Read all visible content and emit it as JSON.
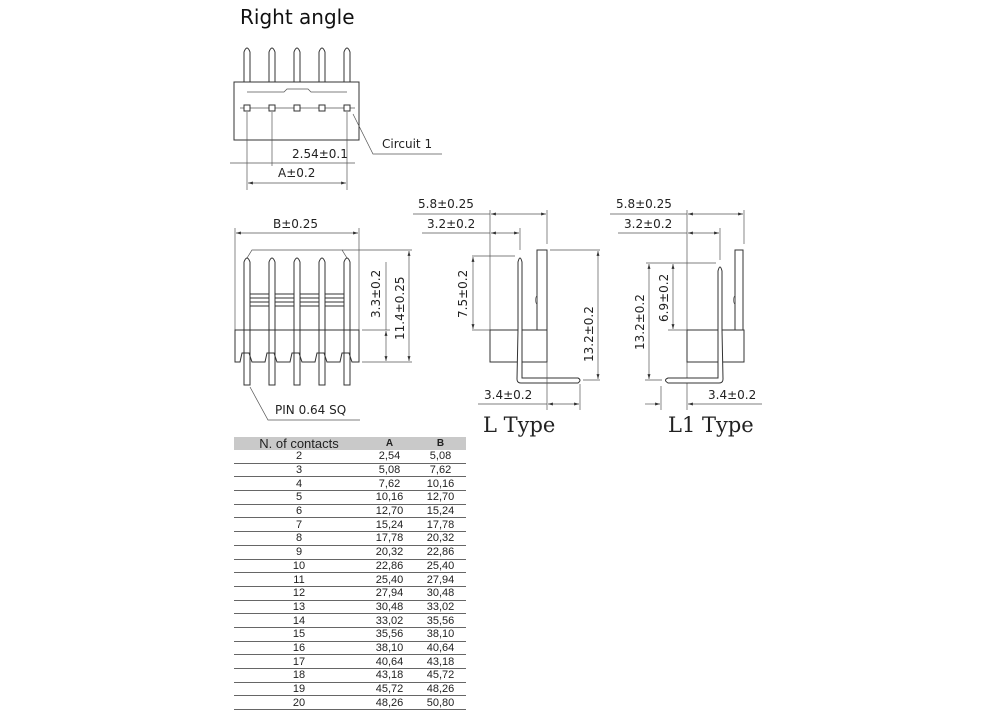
{
  "title": "Right angle",
  "top_view": {
    "pitch_dim": "2.54±0.1",
    "a_dim": "A±0.2",
    "circuit_label": "Circuit  1"
  },
  "front_view": {
    "b_dim": "B±0.25",
    "dim_3_3": "3.3±0.2",
    "dim_11_4": "11.4±0.25",
    "pin_label": "PIN  0.64  SQ"
  },
  "l_type": {
    "label": "L  Type",
    "dim_5_8": "5.8±0.25",
    "dim_3_2": "3.2±0.2",
    "dim_7_5": "7.5±0.2",
    "dim_13_2": "13.2±0.2",
    "dim_3_4": "3.4±0.2"
  },
  "l1_type": {
    "label": "L1  Type",
    "dim_5_8": "5.8±0.25",
    "dim_3_2": "3.2±0.2",
    "dim_6_9": "6.9±0.2",
    "dim_13_2": "13.2±0.2",
    "dim_3_4": "3.4±0.2"
  },
  "table": {
    "headers": [
      "N. of contacts",
      "A",
      "B"
    ],
    "rows": [
      [
        "2",
        "2,54",
        "5,08"
      ],
      [
        "3",
        "5,08",
        "7,62"
      ],
      [
        "4",
        "7,62",
        "10,16"
      ],
      [
        "5",
        "10,16",
        "12,70"
      ],
      [
        "6",
        "12,70",
        "15,24"
      ],
      [
        "7",
        "15,24",
        "17,78"
      ],
      [
        "8",
        "17,78",
        "20,32"
      ],
      [
        "9",
        "20,32",
        "22,86"
      ],
      [
        "10",
        "22,86",
        "25,40"
      ],
      [
        "11",
        "25,40",
        "27,94"
      ],
      [
        "12",
        "27,94",
        "30,48"
      ],
      [
        "13",
        "30,48",
        "33,02"
      ],
      [
        "14",
        "33,02",
        "35,56"
      ],
      [
        "15",
        "35,56",
        "38,10"
      ],
      [
        "16",
        "38,10",
        "40,64"
      ],
      [
        "17",
        "40,64",
        "43,18"
      ],
      [
        "18",
        "43,18",
        "45,72"
      ],
      [
        "19",
        "45,72",
        "48,26"
      ],
      [
        "20",
        "48,26",
        "50,80"
      ]
    ]
  }
}
